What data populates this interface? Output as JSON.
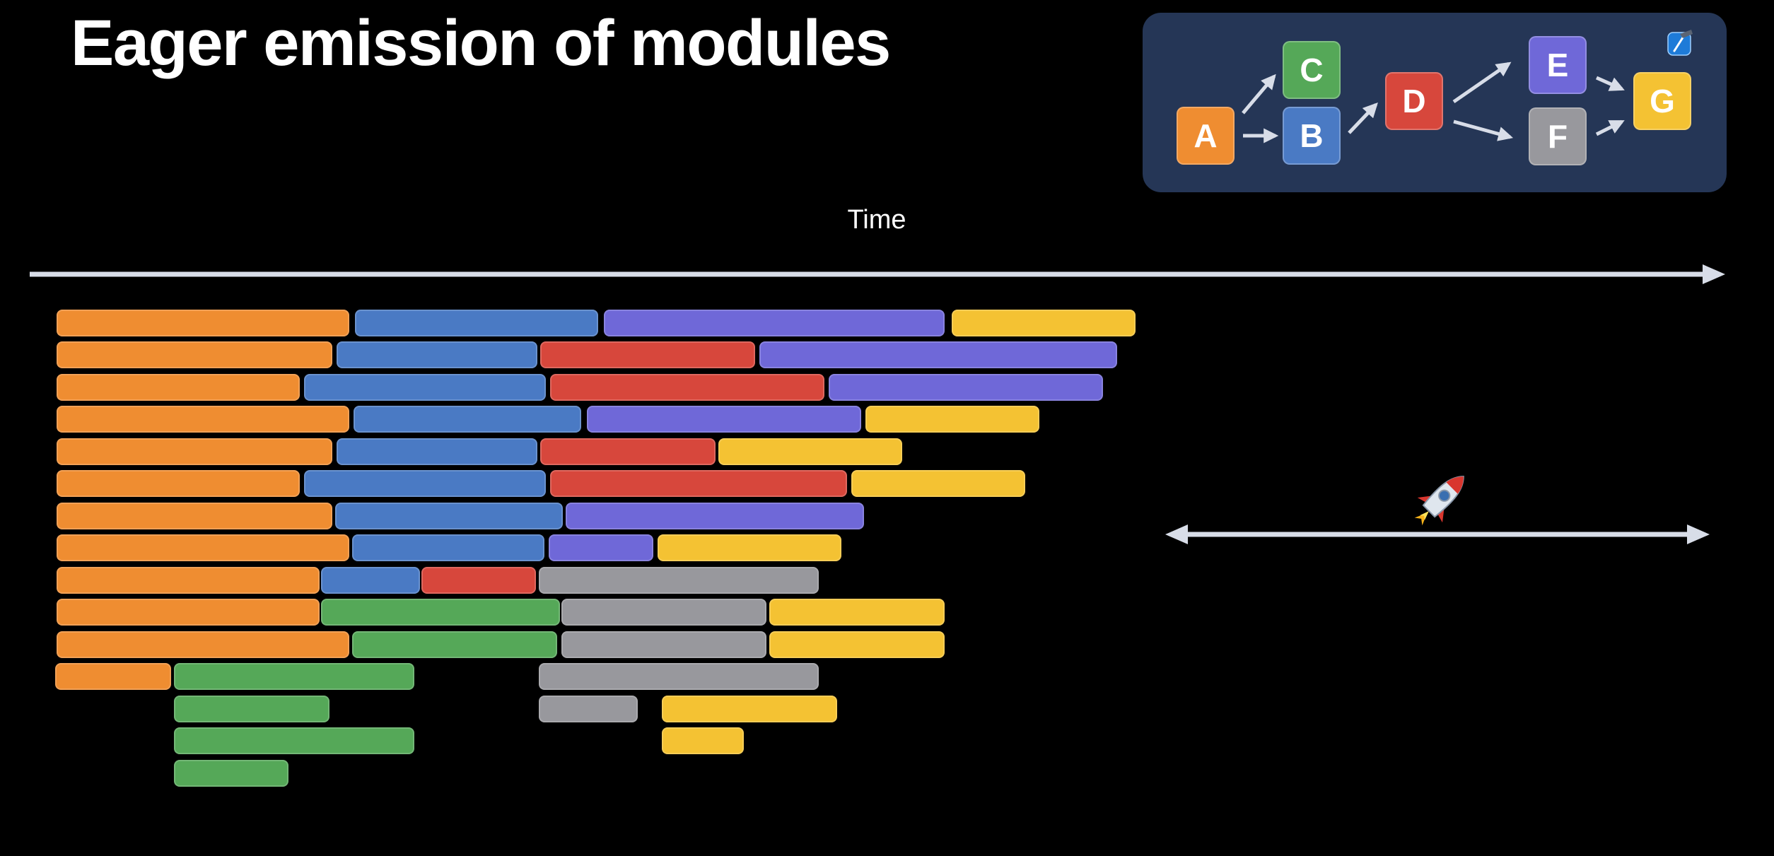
{
  "title": "Eager emission of modules",
  "time_label": "Time",
  "colors": {
    "A": "#ef8d31",
    "B": "#4a7ac4",
    "C": "#55a858",
    "D": "#d7473c",
    "E": "#6f68d8",
    "F": "#98989d",
    "G": "#f4c233",
    "panel": "#253656",
    "arrow": "#d8dde8"
  },
  "graph": {
    "nodes": [
      {
        "id": "A",
        "label": "A",
        "color": "#ef8d31"
      },
      {
        "id": "B",
        "label": "B",
        "color": "#4a7ac4"
      },
      {
        "id": "C",
        "label": "C",
        "color": "#55a858"
      },
      {
        "id": "D",
        "label": "D",
        "color": "#d7473c"
      },
      {
        "id": "E",
        "label": "E",
        "color": "#6f68d8"
      },
      {
        "id": "F",
        "label": "F",
        "color": "#98989d"
      },
      {
        "id": "G",
        "label": "G",
        "color": "#f4c233"
      }
    ],
    "edges": [
      {
        "from": "A",
        "to": "C"
      },
      {
        "from": "A",
        "to": "B"
      },
      {
        "from": "B",
        "to": "D"
      },
      {
        "from": "D",
        "to": "E"
      },
      {
        "from": "D",
        "to": "F"
      },
      {
        "from": "E",
        "to": "G"
      },
      {
        "from": "F",
        "to": "G"
      }
    ]
  },
  "icons": {
    "xcode": "xcode-icon",
    "rocket": "rocket-icon",
    "time_arrow": "time-arrow",
    "speedup_arrow": "double-headed-arrow"
  }
}
